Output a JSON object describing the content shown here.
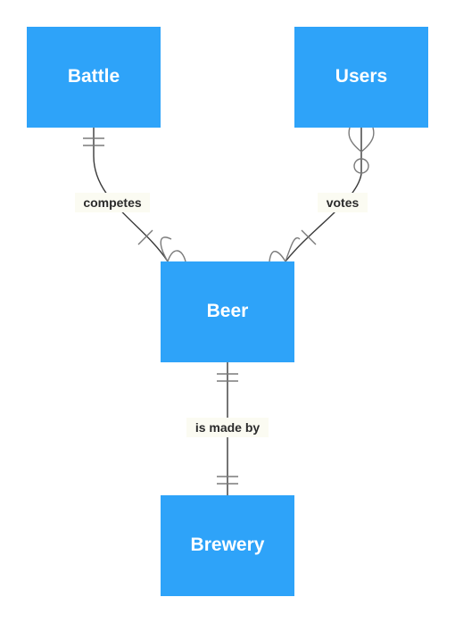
{
  "colors": {
    "entity_fill": "#2ea3f9",
    "entity_text": "#ffffff",
    "edge": "#3a3a3a",
    "marker": "#7a7a7a",
    "label_background": "#fbfbf2"
  },
  "entities": {
    "battle": {
      "label": "Battle"
    },
    "users": {
      "label": "Users"
    },
    "beer": {
      "label": "Beer"
    },
    "brewery": {
      "label": "Brewery"
    }
  },
  "relationships": {
    "competes": {
      "label": "competes",
      "from": "Battle",
      "to": "Beer",
      "from_cardinality": "exactly one",
      "to_cardinality": "one or many"
    },
    "votes": {
      "label": "votes",
      "from": "Beer",
      "to": "Users",
      "from_cardinality": "one or many",
      "to_cardinality": "zero or many"
    },
    "is_made_by": {
      "label": "is made by",
      "from": "Beer",
      "to": "Brewery",
      "from_cardinality": "exactly one",
      "to_cardinality": "exactly one"
    }
  }
}
